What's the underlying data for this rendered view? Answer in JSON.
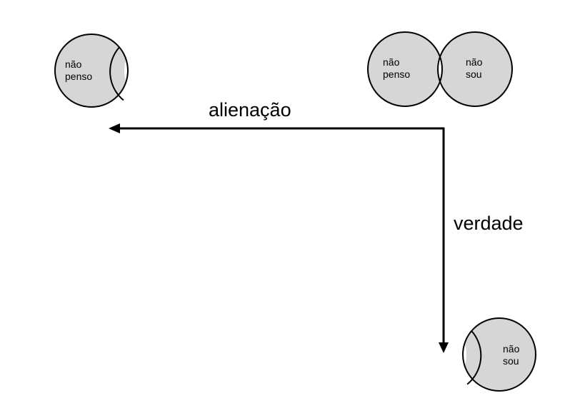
{
  "colors": {
    "fill": "#d6d6d6",
    "stroke": "#000000",
    "background": "#ffffff"
  },
  "diagram": {
    "alienation_result": {
      "line1": "não",
      "line2": "penso"
    },
    "start": {
      "left": {
        "line1": "não",
        "line2": "penso"
      },
      "right": {
        "line1": "não",
        "line2": "sou"
      }
    },
    "truth_result": {
      "line1": "não",
      "line2": "sou"
    },
    "arrow_alienation": {
      "label": "alienação"
    },
    "arrow_truth": {
      "label": "verdade"
    }
  }
}
